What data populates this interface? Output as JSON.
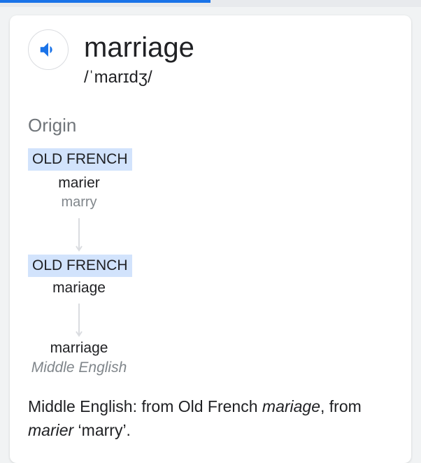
{
  "progress": {
    "fraction": 0.5
  },
  "entry": {
    "speaker_icon": "speaker-icon",
    "word": "marriage",
    "phonetic": "/ˈmarɪdʒ/"
  },
  "origin": {
    "label": "Origin",
    "steps": [
      {
        "lang": "OLD FRENCH",
        "word": "marier",
        "gloss": "marry"
      },
      {
        "lang": "OLD FRENCH",
        "word": "mariage"
      },
      {
        "word": "marriage",
        "lang_note": "Middle English"
      }
    ]
  },
  "definition": {
    "part1": "Middle English: from Old French ",
    "italic1": "mariage",
    "part2": ", from ",
    "italic2": "marier",
    "part3": " ‘marry’."
  },
  "colors": {
    "accent": "#1a73e8",
    "tag_bg": "#d2e3fc",
    "muted": "#70757a"
  }
}
